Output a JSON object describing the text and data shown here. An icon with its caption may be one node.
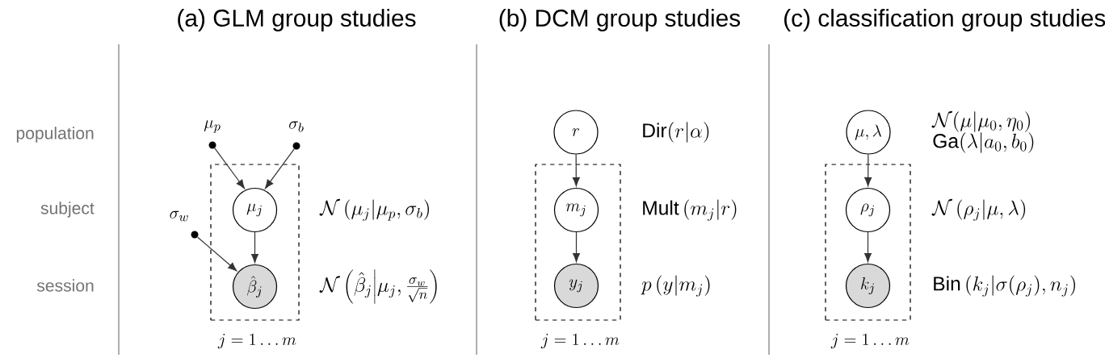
{
  "diagram": {
    "nodes": [
      {
        "text": [
          "\\mu_p"
        ]
      },
      {
        "text": [
          "\\sigma_b"
        ]
      },
      {
        "text": [
          "\\sigma_w"
        ]
      },
      {
        "text": [
          "j = 1 \\ldots m"
        ]
      },
      {
        "text": [
          "\\mu_j"
        ],
        "in": 3,
        "beside": [
          "\\mathcal{N}\\left(\\mu_j|\\mu_p,\\sigma_b\\right)"
        ]
      },
      {
        "text": [
          "\\hat{\\beta}_j"
        ],
        "in": 3,
        "beside": [
          "\\mathcal{N}\\left(\\hat{\\beta}_j\\middle|\\mu_j,\\frac{\\sigma_w}{\\sqrt{n}}\\right)"
        ]
      },
      {
        "text": [
          "r"
        ],
        "beside": [
          "\\mathrm{Dir}(r|\\alpha)"
        ]
      },
      {
        "text": [
          "j = 1 \\ldots m"
        ]
      },
      {
        "text": [
          "m_j"
        ],
        "in": 7,
        "beside": [
          "\\mathrm{Mult}\\left(m_j|r\\right)"
        ]
      },
      {
        "text": [
          "y_j"
        ],
        "in": 7,
        "beside": [
          "p\\left(y|m_j\\right)"
        ]
      },
      {
        "text": [
          "\\mu,\\lambda"
        ],
        "beside": [
          "\\mathcal{N}(\\mu|\\mu_0,\\eta_0)",
          "\\mathrm{Ga}(\\lambda|a_0,b_0)"
        ]
      },
      {
        "text": [
          "j = 1 \\ldots m"
        ]
      },
      {
        "text": [
          "\\rho_j"
        ],
        "in": 11,
        "beside": [
          "\\mathcal{N}\\left(\\rho_j|\\mu,\\lambda\\right)"
        ]
      },
      {
        "text": [
          "k_j"
        ],
        "in": 11,
        "beside": [
          "\\mathrm{Bin}\\left(k_j|\\sigma(\\rho_j),n_j\\right)"
        ]
      }
    ],
    "edges": [
      {
        "from": 0,
        "to": 4,
        "arrow": "to"
      },
      {
        "from": 1,
        "to": 4,
        "arrow": "to"
      },
      {
        "from": 2,
        "to": 5,
        "arrow": "to"
      },
      {
        "from": 4,
        "to": 5,
        "arrow": "to"
      },
      {
        "from": 6,
        "to": 8,
        "arrow": "to"
      },
      {
        "from": 8,
        "to": 9,
        "arrow": "to"
      },
      {
        "from": 10,
        "to": 12,
        "arrow": "to"
      },
      {
        "from": 12,
        "to": 13,
        "arrow": "to"
      }
    ],
    "labels": [
      "(a) GLM group studies",
      "(b) DCM group studies",
      "(c) classification group studies",
      "population",
      "subject",
      "session"
    ]
  }
}
